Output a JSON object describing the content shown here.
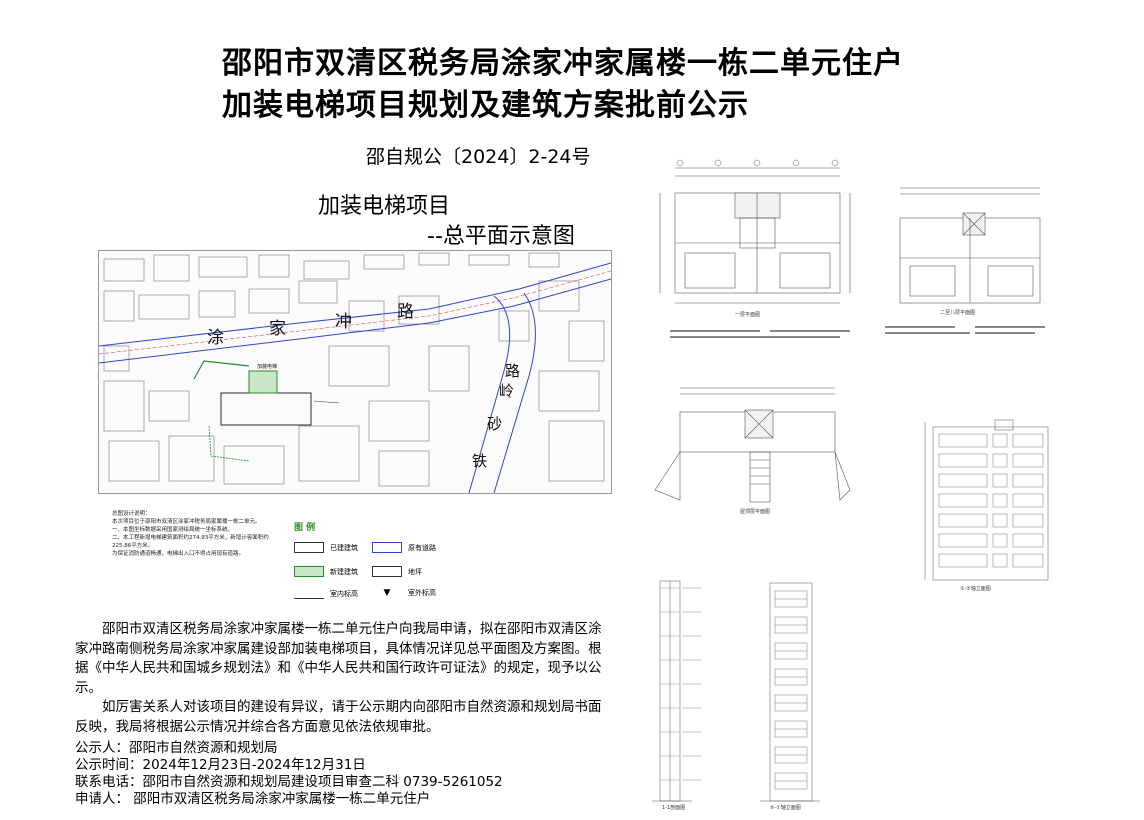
{
  "header": {
    "title_line1": "邵阳市双清区税务局涂家冲家属楼一栋二单元住户",
    "title_line2": "加装电梯项目规划及建筑方案批前公示",
    "doc_number": "邵自规公〔2024〕2-24号"
  },
  "site_plan": {
    "title_line1": "加装电梯项目",
    "title_line2": "--总平面示意图",
    "road_labels": [
      "涂",
      "家",
      "冲",
      "路"
    ],
    "road2_labels": [
      "铁",
      "砂",
      "岭",
      "路"
    ],
    "building_label": "加装电梯",
    "legend_title": "图 例",
    "legend": [
      {
        "label": "已建建筑"
      },
      {
        "label": "原有道路"
      },
      {
        "label": "新建建筑"
      },
      {
        "label": "地坪"
      },
      {
        "label": "室内标高"
      },
      {
        "label": "室外标高"
      }
    ],
    "notes_title": "总图设计说明：",
    "notes": [
      "本次项目位于邵阳市双清区涂家冲税务局家属楼一栋二单元。",
      "一、本图坐标数据采用国家测绘局统一坐标系统。",
      "二、本工程新增电梯建筑面积约274.93平方米，新增计容面积约225.86平方米。",
      "为保证消防通道畅通，电梯出入口不得占用现有道路。"
    ]
  },
  "notice": {
    "paragraph1": "邵阳市双清区税务局涂家冲家属楼一栋二单元住户向我局申请，拟在邵阳市双清区涂家冲路南侧税务局涂家冲家属建设部加装电梯项目，具体情况详见总平面图及方案图。根据《中华人民共和国城乡规划法》和《中华人民共和国行政许可证法》的规定，现予以公示。",
    "paragraph2": "如厉害关系人对该项目的建设有异议，请于公示期内向邵阳市自然资源和规划局书面反映，我局将根据公示情况并综合各方面意见依法依规审批。"
  },
  "footer": {
    "publisher": "公示人：邵阳市自然资源和规划局",
    "period": "公示时间：2024年12月23日-2024年12月31日",
    "contact": "联系电话：邵阳市自然资源和规划局建设项目审查二科 0739-5261052",
    "applicant": "申请人： 邵阳市双清区税务局涂家冲家属楼一栋二单元住户"
  },
  "drawings": {
    "plan1": "一层平面图",
    "plan2": "二至八层平面图",
    "plan3": "屋顶层平面图",
    "elev1": "①-⑤轴立面图",
    "section": "1-1剖面图",
    "elev2": "⑤-①轴立面图"
  }
}
